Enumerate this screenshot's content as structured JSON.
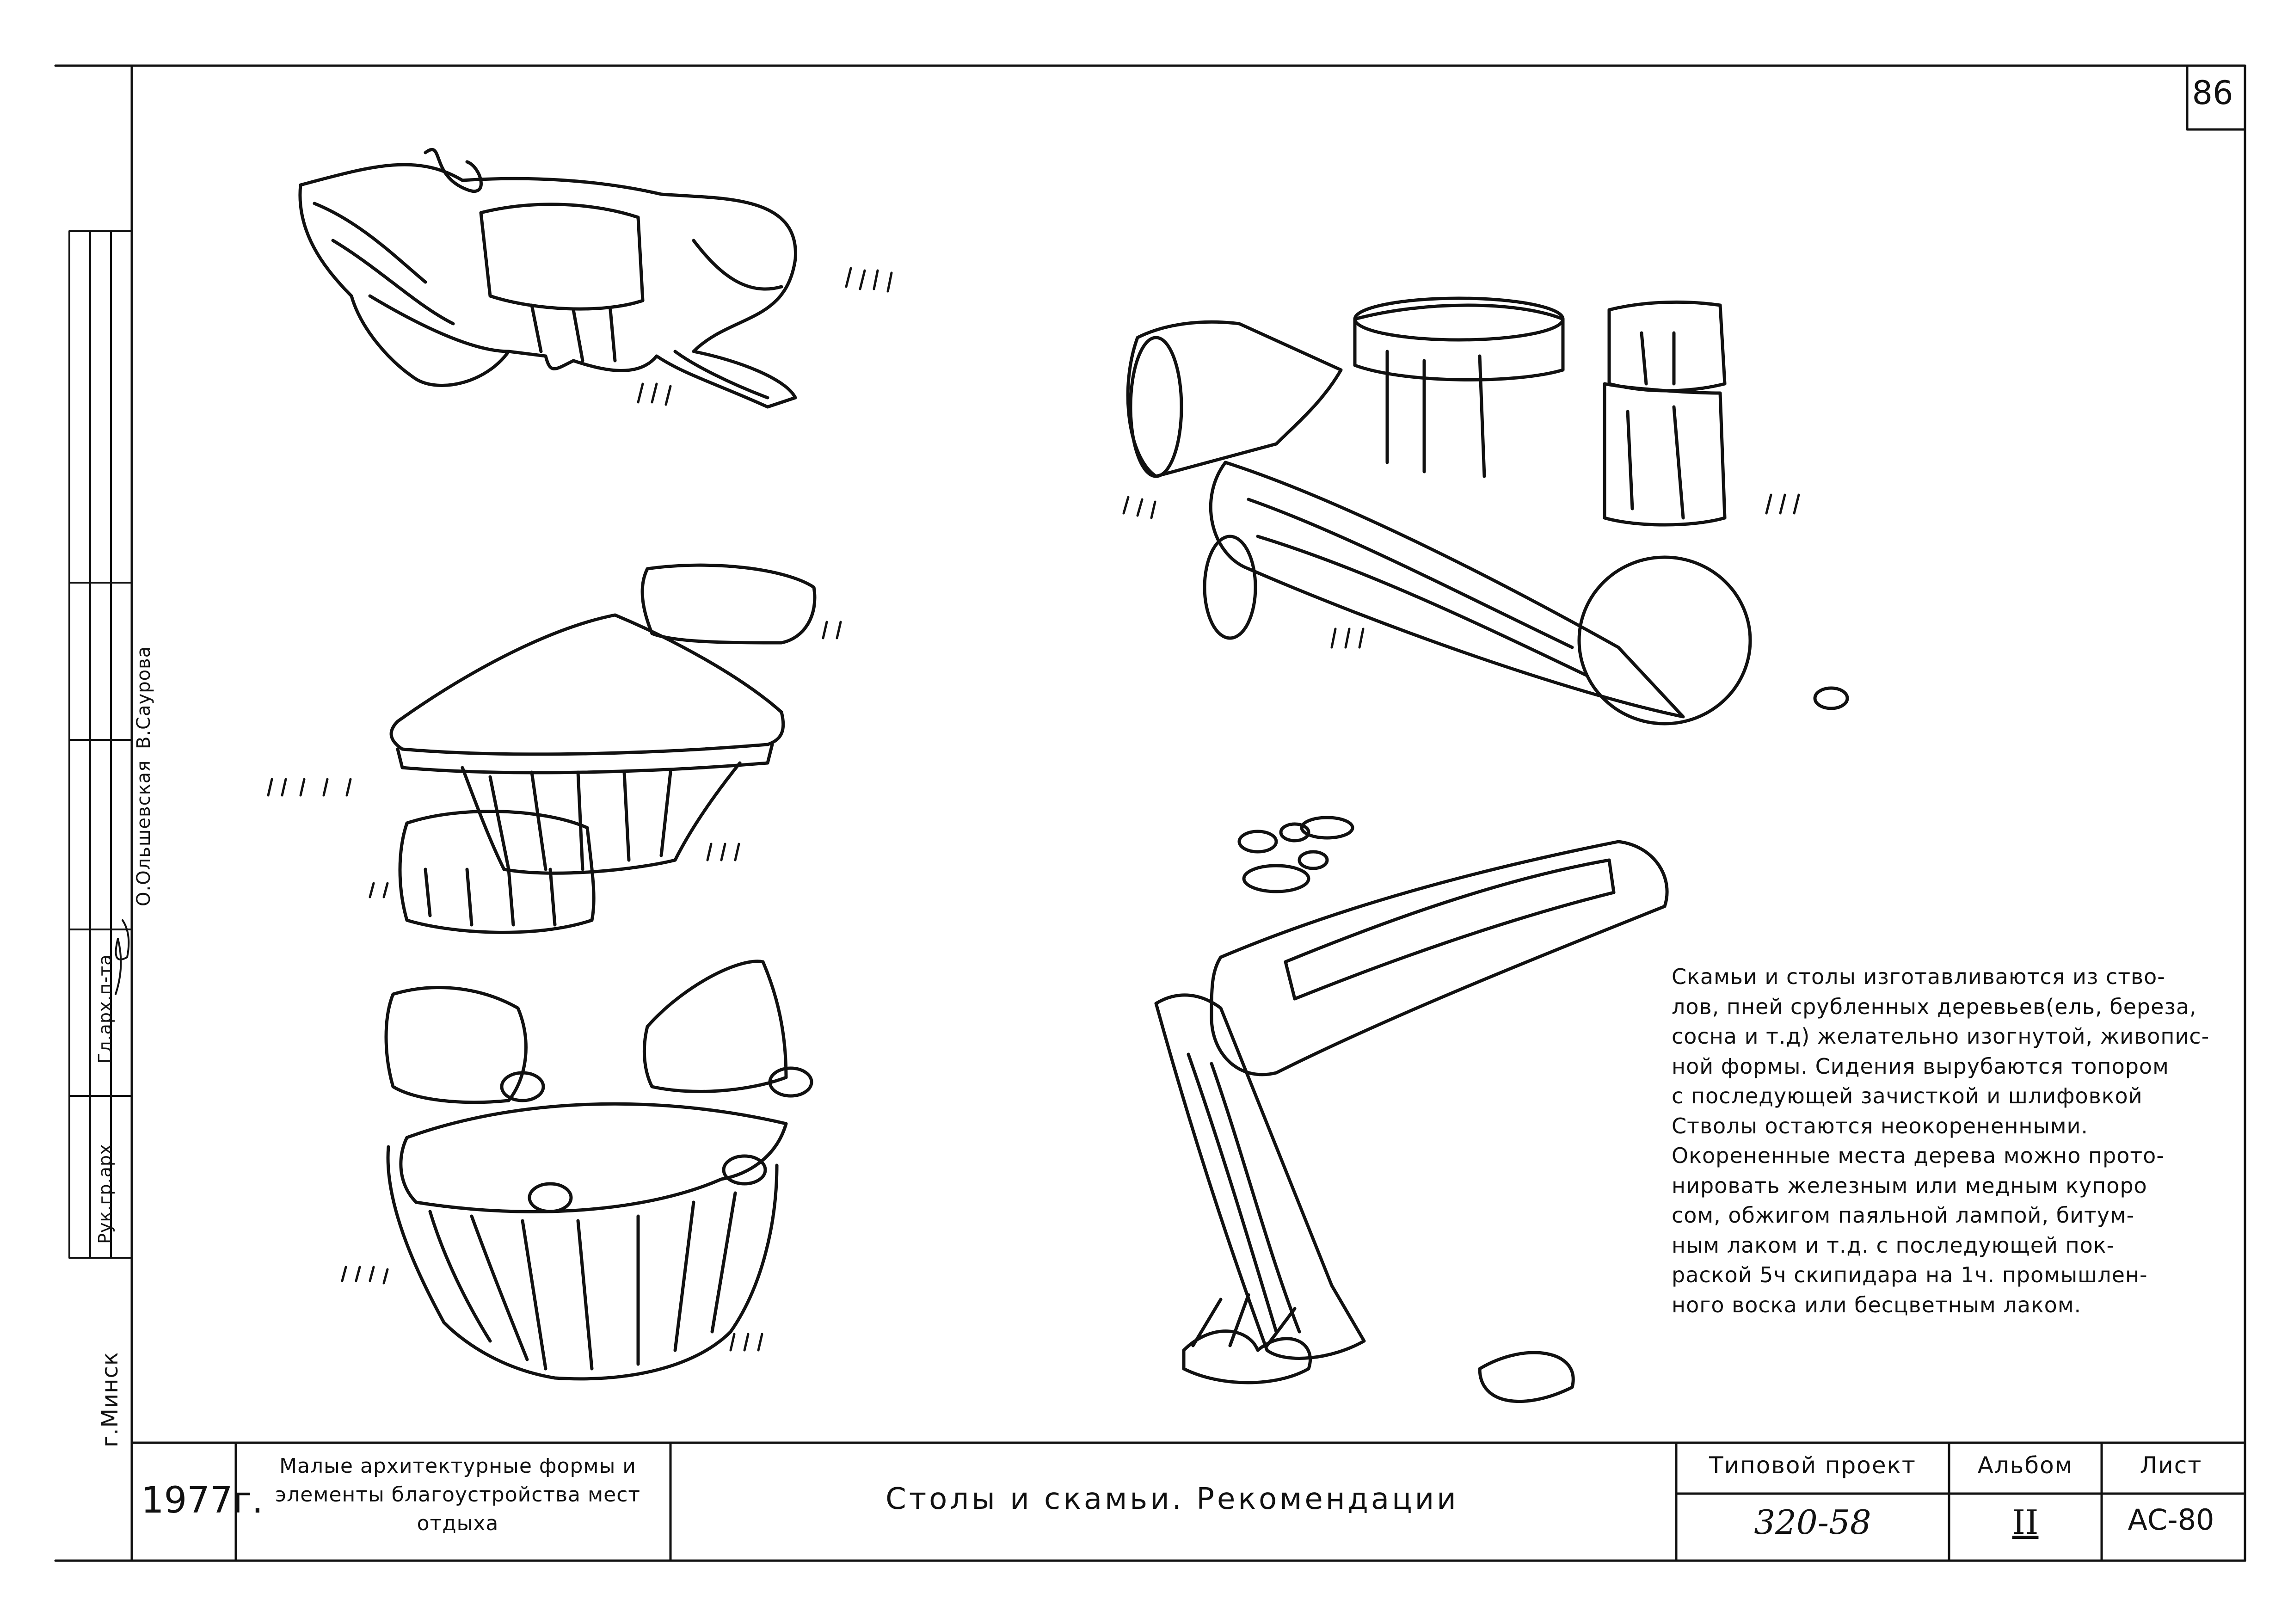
{
  "page_number": "86",
  "description_lines": [
    "Скамьи и столы изготавливаются из ство-",
    "лов, пней срубленных деревьев(ель, береза,",
    "сосна и т.д) желательно изогнутой, живопис-",
    "ной формы. Сидения вырубаются топором",
    "с последующей зачисткой и шлифовкой",
    "Стволы остаются неокорененными.",
    "Окорененные места дерева можно прото-",
    "нировать железным или медным купоро",
    "сом, обжигом паяльной лампой, битум-",
    "ным лаком и т.д. с последующей пок-",
    "раской 5ч скипидара на 1ч. промышлен-",
    "ного воска или бесцветным лаком."
  ],
  "title_block": {
    "year": "1977г.",
    "title": "Малые архитектурные формы и элементы благоустройства мест отдыха",
    "subject": "Столы и скамьи. Рекомендации",
    "project_label": "Типовой проект",
    "project_value": "320-58",
    "album_label": "Альбом",
    "album_value": "II",
    "sheet_label": "Лист",
    "sheet_value": "АС-80"
  },
  "side_stamp": {
    "city": "г.Минск",
    "role_1": "Рук.гр.арх",
    "role_2": "Гл.арх.п-та",
    "name_1": "В.Сауровa",
    "name_2": "О.Ольшевская"
  },
  "colors": {
    "ink": "#111111",
    "paper": "#ffffff"
  }
}
